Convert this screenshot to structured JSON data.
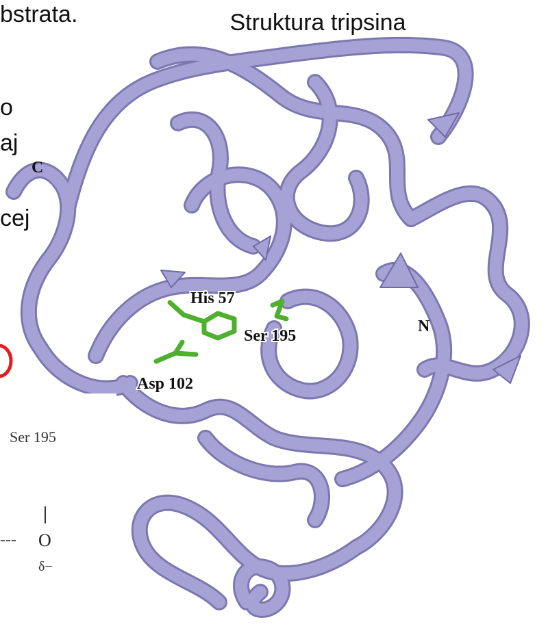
{
  "slide": {
    "title": "Struktura tripsina",
    "left_text_fragments": [
      "bstrata.",
      "o",
      "aj",
      "cej"
    ]
  },
  "labels": {
    "c_terminus": "C",
    "n_terminus": "N",
    "his57": "His 57",
    "ser195": "Ser 195",
    "asp102": "Asp 102"
  },
  "inset": {
    "ser_label": "Ser 195",
    "oxygen": "O",
    "charge": "δ−",
    "dashes": "---"
  },
  "colors": {
    "ribbon": "#a6a2d6",
    "ribbon_dark": "#6e6aa6",
    "active_site": "#4fb030",
    "highlight_circle": "#e21e1e",
    "text": "#111111"
  }
}
